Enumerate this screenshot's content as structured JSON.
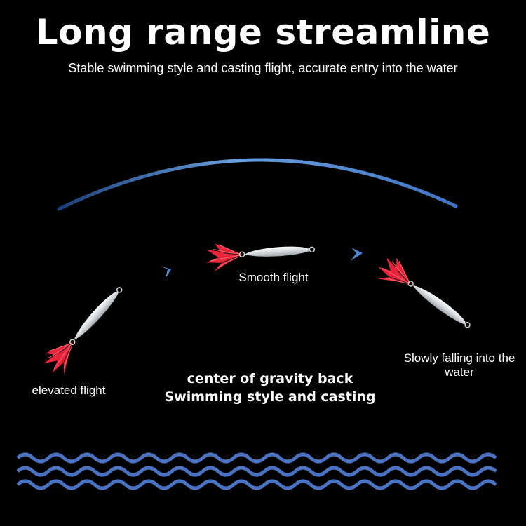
{
  "header": {
    "title": "Long range streamline",
    "subtitle": "Stable swimming style and casting flight, accurate entry into the water"
  },
  "labels": {
    "smooth_flight": "Smooth flight",
    "elevated_flight": "elevated flight",
    "slowly_falling": "Slowly falling into the water"
  },
  "center_note": {
    "line1": "center of gravity back",
    "line2": "Swimming style and casting"
  },
  "colors": {
    "background": "#000000",
    "arc": "#5a8fd0",
    "waves": "#4a72c0",
    "feather": "#e8253a",
    "lure_body": "#e9ecee"
  },
  "icons": [
    "trajectory-arc",
    "lure-elevated",
    "lure-smooth",
    "lure-falling",
    "direction-chevron",
    "water-waves"
  ]
}
